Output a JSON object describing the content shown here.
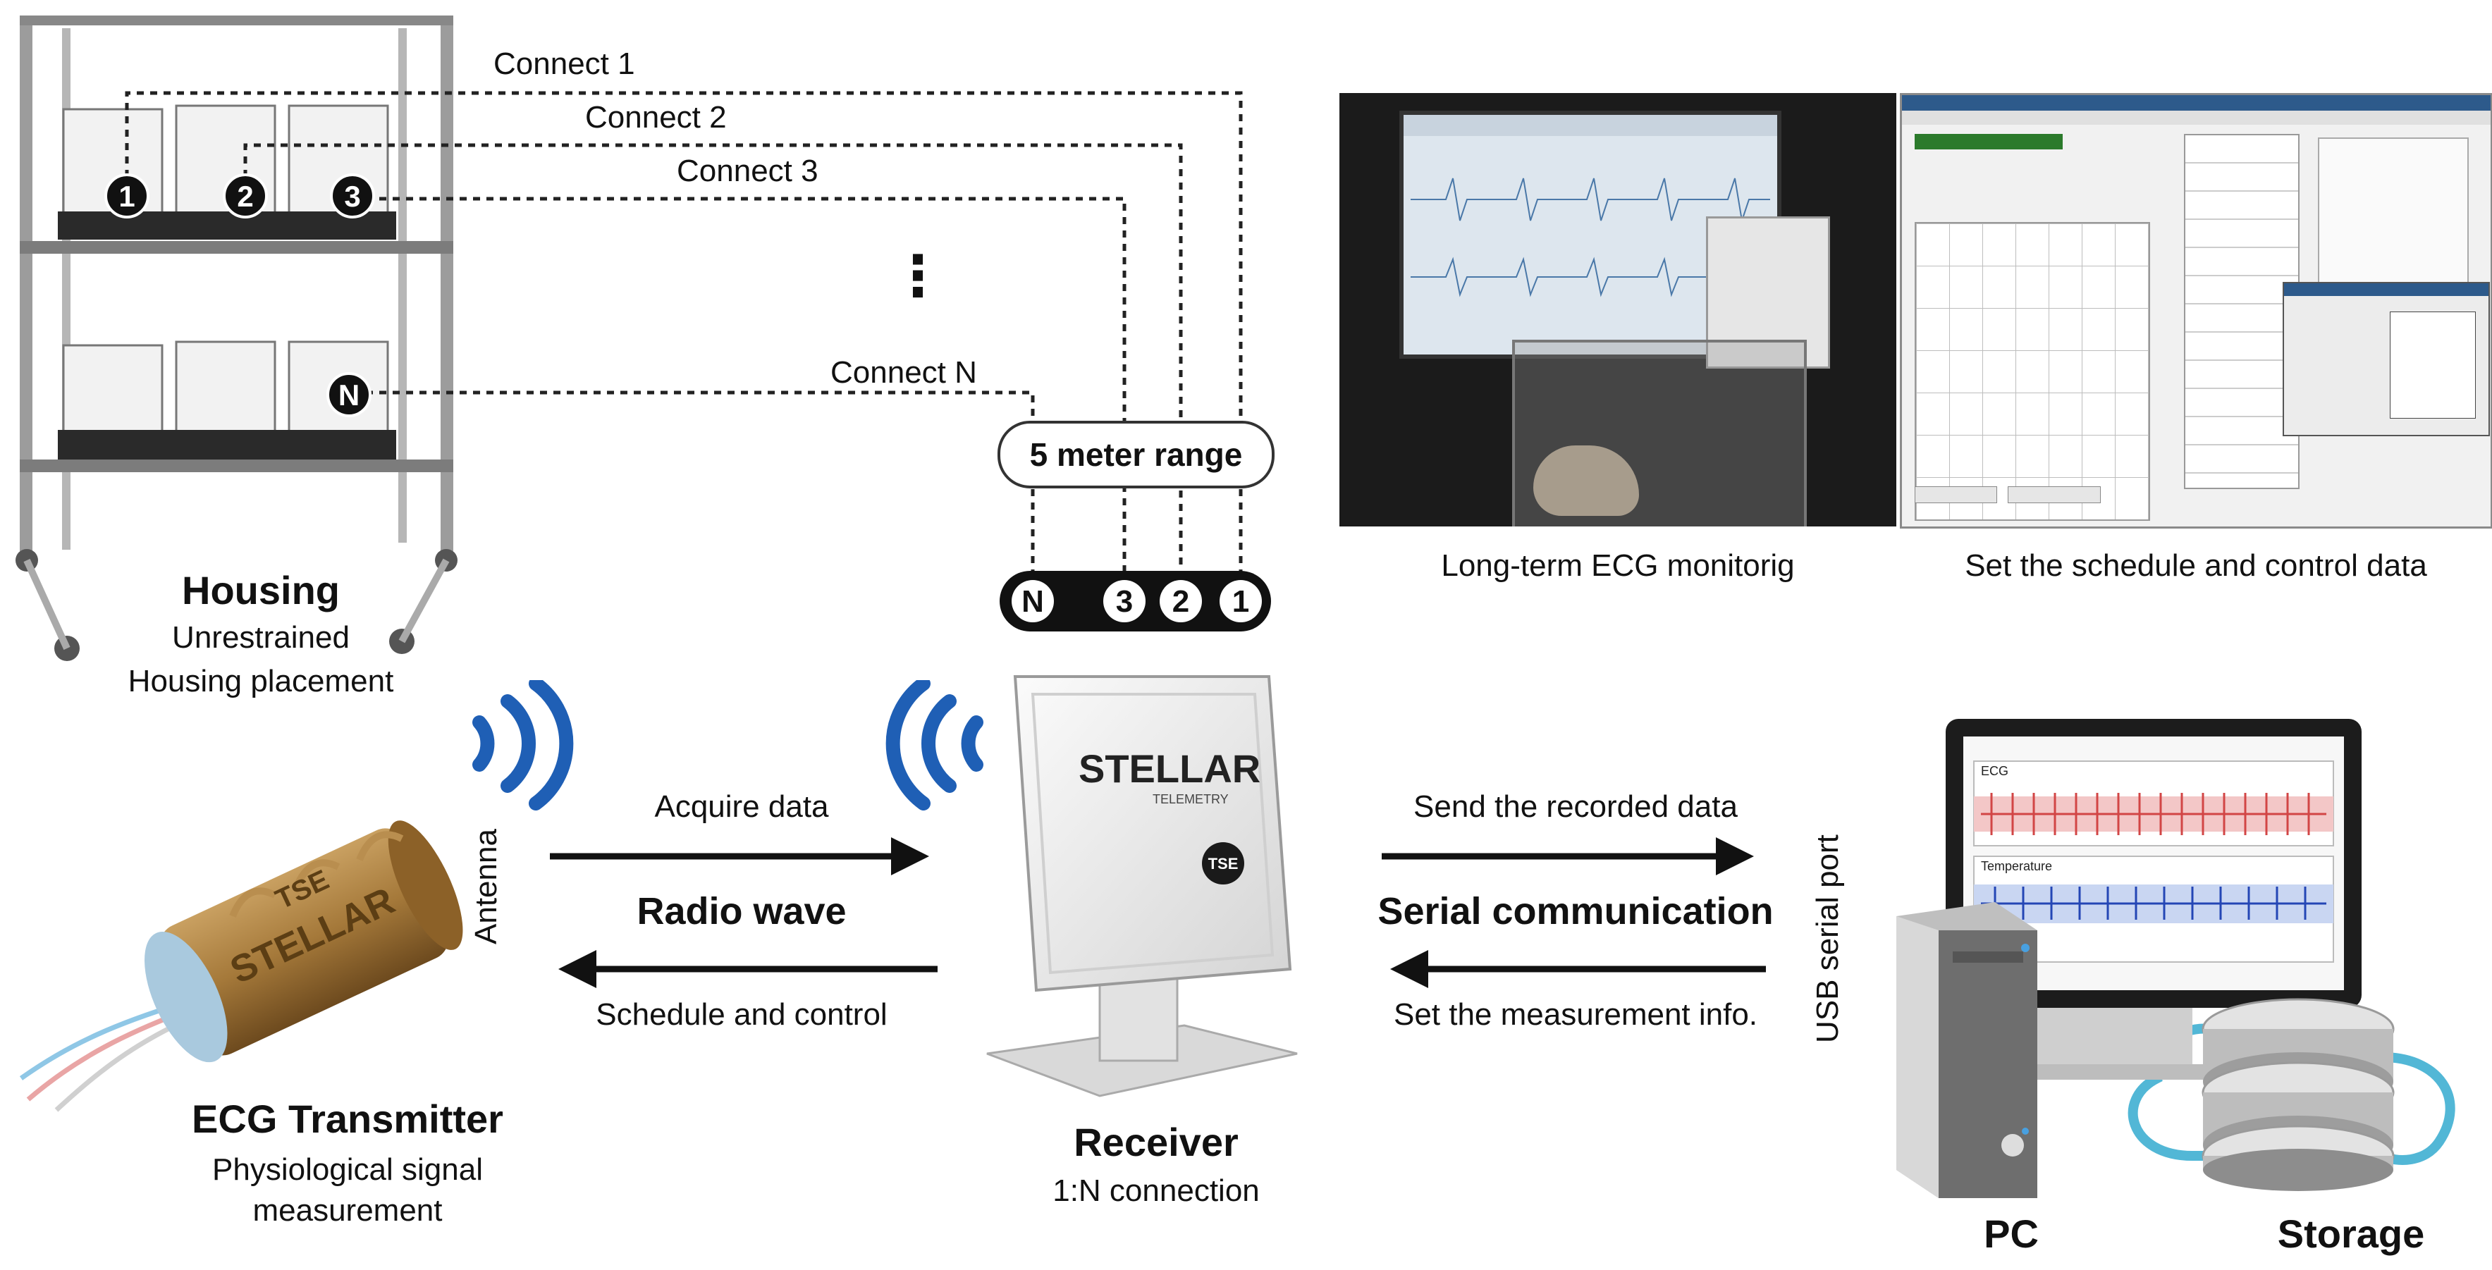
{
  "connections": [
    {
      "label": "Connect 1",
      "node": "1"
    },
    {
      "label": "Connect 2",
      "node": "2"
    },
    {
      "label": "Connect 3",
      "node": "3"
    },
    {
      "label": "Connect N",
      "node": "N"
    }
  ],
  "ellipsis": "⋮",
  "range_label": "5 meter range",
  "receiver_ports": [
    "N",
    "3",
    "2",
    "1"
  ],
  "housing": {
    "title": "Housing",
    "line1": "Unrestrained",
    "line2": "Housing placement"
  },
  "transmitter": {
    "title": "ECG Transmitter",
    "line1": "Physiological signal",
    "line2": "measurement",
    "antenna": "Antenna",
    "brand": "STELLAR",
    "maker": "TSE"
  },
  "receiver": {
    "title": "Receiver",
    "subtitle": "1:N connection",
    "brand": "STELLAR",
    "brand_sub": "TELEMETRY",
    "maker": "TSE"
  },
  "radio": {
    "top": "Acquire data",
    "middle": "Radio wave",
    "bottom": "Schedule and control"
  },
  "serial": {
    "top": "Send the recorded data",
    "middle": "Serial communication",
    "bottom": "Set the measurement info.",
    "port": "USB serial port"
  },
  "photo_captions": {
    "left": "Long-term ECG monitorig",
    "right": "Set the schedule and control data"
  },
  "pc_label": "PC",
  "storage_label": "Storage",
  "screen_panels": {
    "top": "ECG",
    "bottom": "Temperature"
  },
  "colors": {
    "signal_blue": "#1f5fb5",
    "dashed_line": "#222222",
    "bronze": "#a5793a"
  }
}
